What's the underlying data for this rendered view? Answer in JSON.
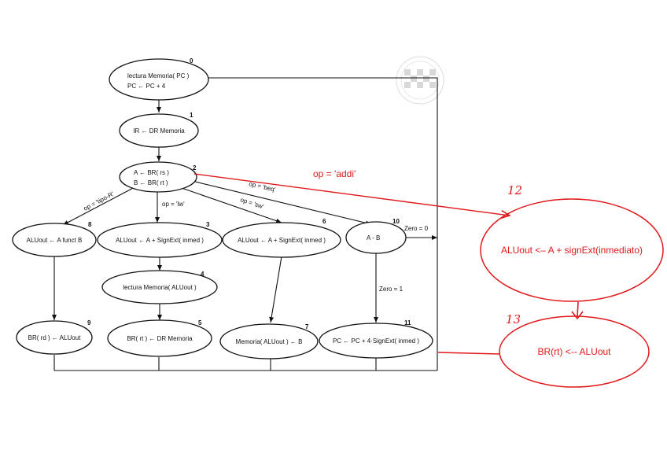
{
  "states": [
    {
      "id": "s0",
      "number": "0",
      "lines": [
        "lectura Memoria( PC )",
        "PC ← PC + 4"
      ]
    },
    {
      "id": "s1",
      "number": "1",
      "lines": [
        "IR ← DR Memoria"
      ]
    },
    {
      "id": "s2",
      "number": "2",
      "lines": [
        "A ← BR( rs )",
        "B ← BR( rt )"
      ]
    },
    {
      "id": "s8",
      "number": "8",
      "lines": [
        "ALUout ← A funct B"
      ]
    },
    {
      "id": "s3",
      "number": "3",
      "lines": [
        "ALUout ← A + SignExt( inmed )"
      ]
    },
    {
      "id": "s6",
      "number": "6",
      "lines": [
        "ALUout ← A + SignExt( inmed )"
      ]
    },
    {
      "id": "s10",
      "number": "10",
      "lines": [
        "A - B"
      ]
    },
    {
      "id": "s4",
      "number": "4",
      "lines": [
        "lectura Memoria( ALUout )"
      ]
    },
    {
      "id": "s9",
      "number": "9",
      "lines": [
        "BR( rd ) ← ALUout"
      ]
    },
    {
      "id": "s5",
      "number": "5",
      "lines": [
        "BR( rt ) ← DR Memoria"
      ]
    },
    {
      "id": "s7",
      "number": "7",
      "lines": [
        "Memoria( ALUout ) ← B"
      ]
    },
    {
      "id": "s11",
      "number": "11",
      "lines": [
        "PC ← PC + 4·SignExt( inmed )"
      ]
    }
  ],
  "transitions": {
    "tipoR": "op = 'tipo-R'",
    "lw": "op = 'lw'",
    "sw": "op = 'sw'",
    "beq": "op = 'beq'",
    "zero0": "Zero = 0",
    "zero1": "Zero = 1"
  },
  "annotations": {
    "addi_label": "op = 'addi'",
    "state12_number": "12",
    "state12_text": "ALUout <– A + signExt(inmediato)",
    "state13_number": "13",
    "state13_text": "BR(rt) <-- ALUout"
  },
  "colors": {
    "ink": "#111111",
    "annotation_red": "#e0191c"
  }
}
